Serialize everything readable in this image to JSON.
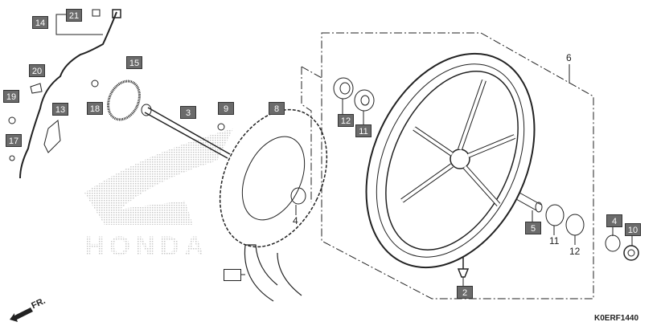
{
  "diagram": {
    "boxed_labels": [
      "14",
      "21",
      "20",
      "19",
      "13",
      "17",
      "15",
      "18",
      "3",
      "9",
      "8",
      "12",
      "11",
      "5",
      "2",
      "4",
      "10",
      ""
    ],
    "plain_labels": [
      "4",
      "6",
      "11",
      "12"
    ],
    "diagram_code": "K0ERF1440",
    "direction_label": "FR.",
    "watermark": "HONDA",
    "colors": {
      "label_box": "#6b6b6b",
      "label_text": "#ffffff",
      "line": "#222222",
      "watermark": "#d0d0d0"
    }
  }
}
